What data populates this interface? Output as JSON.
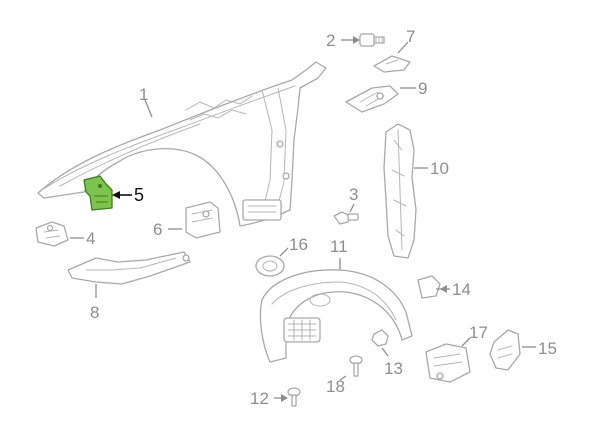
{
  "callouts": {
    "c1": "1",
    "c2": "2",
    "c3": "3",
    "c4": "4",
    "c5": "5",
    "c6": "6",
    "c7": "7",
    "c8": "8",
    "c9": "9",
    "c10": "10",
    "c11": "11",
    "c12": "12",
    "c13": "13",
    "c14": "14",
    "c15": "15",
    "c16": "16",
    "c17": "17",
    "c18": "18"
  },
  "colors": {
    "highlight": "#7cc54a",
    "line_art": "#a9a9a9",
    "callout_text": "#8e8e8e"
  }
}
